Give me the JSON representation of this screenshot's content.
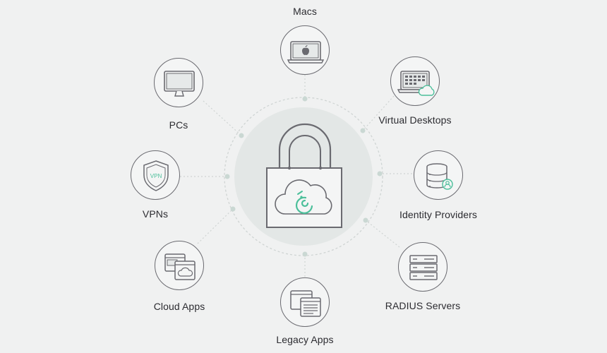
{
  "nodes": {
    "macs": {
      "label": "Macs",
      "icon": "laptop-apple-icon"
    },
    "virtual_desktops": {
      "label": "Virtual Desktops",
      "icon": "laptop-cloud-icon"
    },
    "identity_providers": {
      "label": "Identity Providers",
      "icon": "database-user-icon"
    },
    "radius_servers": {
      "label": "RADIUS Servers",
      "icon": "server-rack-icon"
    },
    "legacy_apps": {
      "label": "Legacy Apps",
      "icon": "app-windows-icon"
    },
    "cloud_apps": {
      "label": "Cloud Apps",
      "icon": "cloud-windows-icon"
    },
    "vpns": {
      "label": "VPNs",
      "icon": "vpn-shield-icon",
      "badge": "VPN"
    },
    "pcs": {
      "label": "PCs",
      "icon": "desktop-monitor-icon"
    }
  },
  "hub": {
    "icon": "padlock-cloud-chameleon-icon"
  },
  "colors": {
    "background": "#f0f1f1",
    "stroke": "#6a6a70",
    "connector": "#c9cece",
    "accent": "#4bbf9a",
    "hub_fill": "#e3e7e6"
  }
}
